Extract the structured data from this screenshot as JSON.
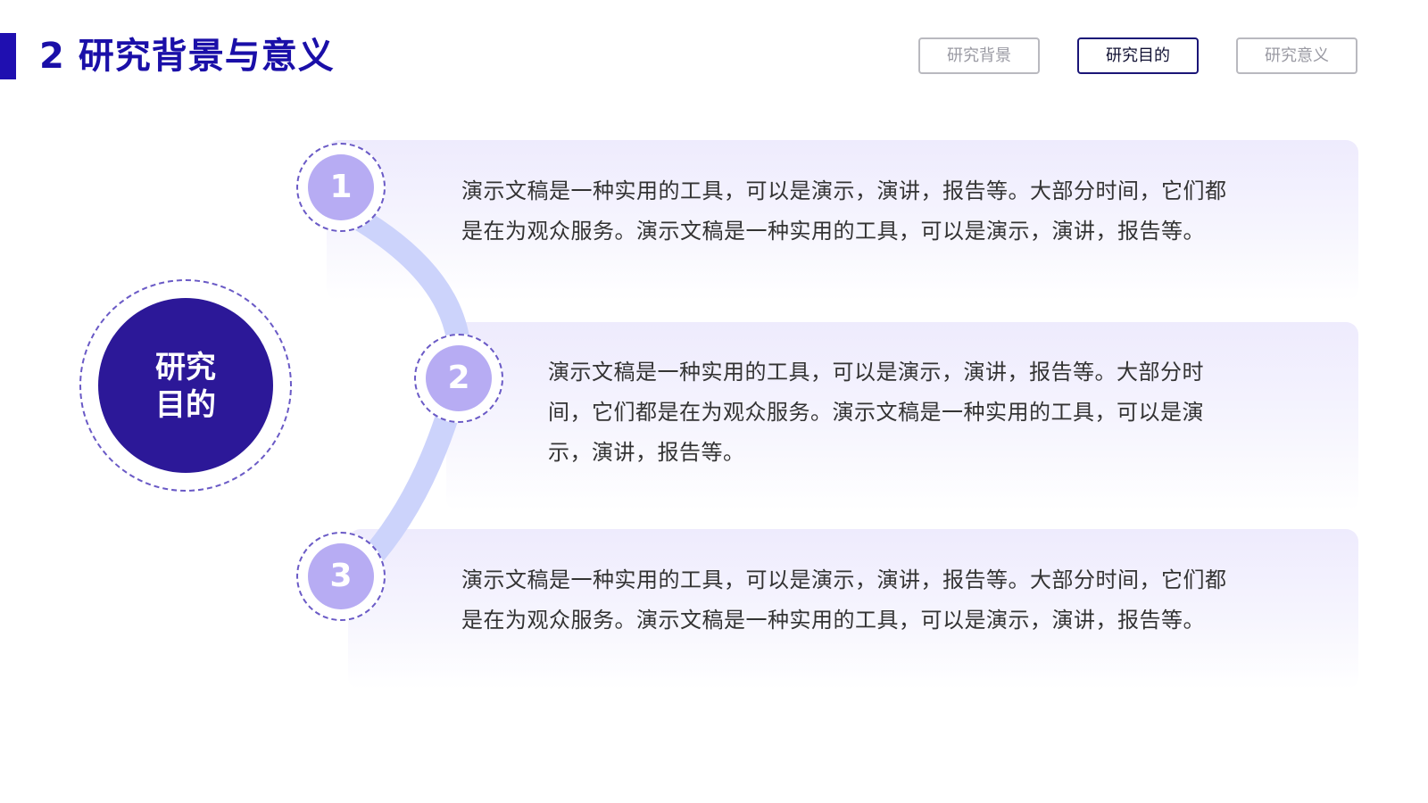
{
  "header": {
    "title": "2 研究背景与意义",
    "accent_color": "#1a0fa8"
  },
  "tabs": [
    {
      "label": "研究背景",
      "active": false
    },
    {
      "label": "研究目的",
      "active": true
    },
    {
      "label": "研究意义",
      "active": false
    }
  ],
  "hub": {
    "line1": "研究",
    "line2": "目的",
    "color": "#2c1898"
  },
  "items": [
    {
      "number": "1",
      "line1": "演示文稿是一种实用的工具，可以是演示，演讲，报告等。大部分时间，它们都",
      "line2": "是在为观众服务。演示文稿是一种实用的工具，可以是演示，演讲，报告等。"
    },
    {
      "number": "2",
      "line1": "演示文稿是一种实用的工具，可以是演示，演讲，报告等。大部分时",
      "line2": "间，它们都是在为观众服务。演示文稿是一种实用的工具，可以是演",
      "line3": "示，演讲，报告等。"
    },
    {
      "number": "3",
      "line1": "演示文稿是一种实用的工具，可以是演示，演讲，报告等。大部分时间，它们都",
      "line2": "是在为观众服务。演示文稿是一种实用的工具，可以是演示，演讲，报告等。"
    }
  ],
  "colors": {
    "number_fill": "#b7acf3",
    "arc": "#ccd3fb",
    "dashed_ring": "#6a5ac6",
    "card_tint": "#eeebfd"
  }
}
